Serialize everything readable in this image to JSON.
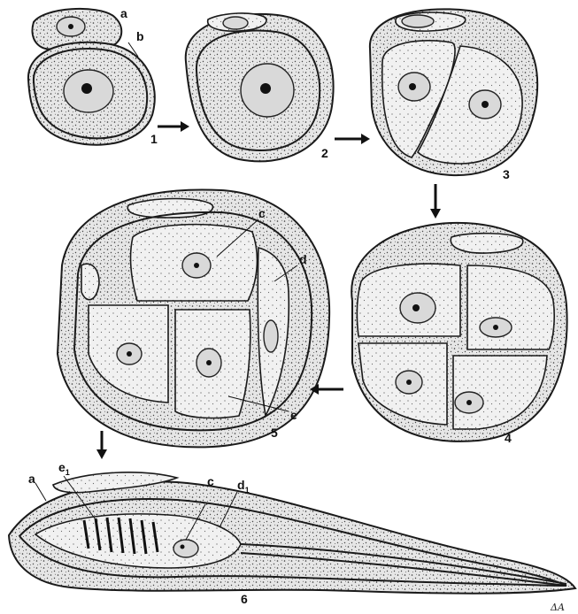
{
  "figure": {
    "stage_numbers": [
      "1",
      "2",
      "3",
      "4",
      "5",
      "6"
    ],
    "labels": {
      "a_top": "a",
      "b": "b",
      "c_mid": "c",
      "d": "d",
      "e": "e",
      "a_bottom": "a",
      "e1_base": "e",
      "e1_sub": "1",
      "c_bottom": "c",
      "d1_base": "d",
      "d1_sub": "1"
    },
    "signature": "ΔA"
  }
}
